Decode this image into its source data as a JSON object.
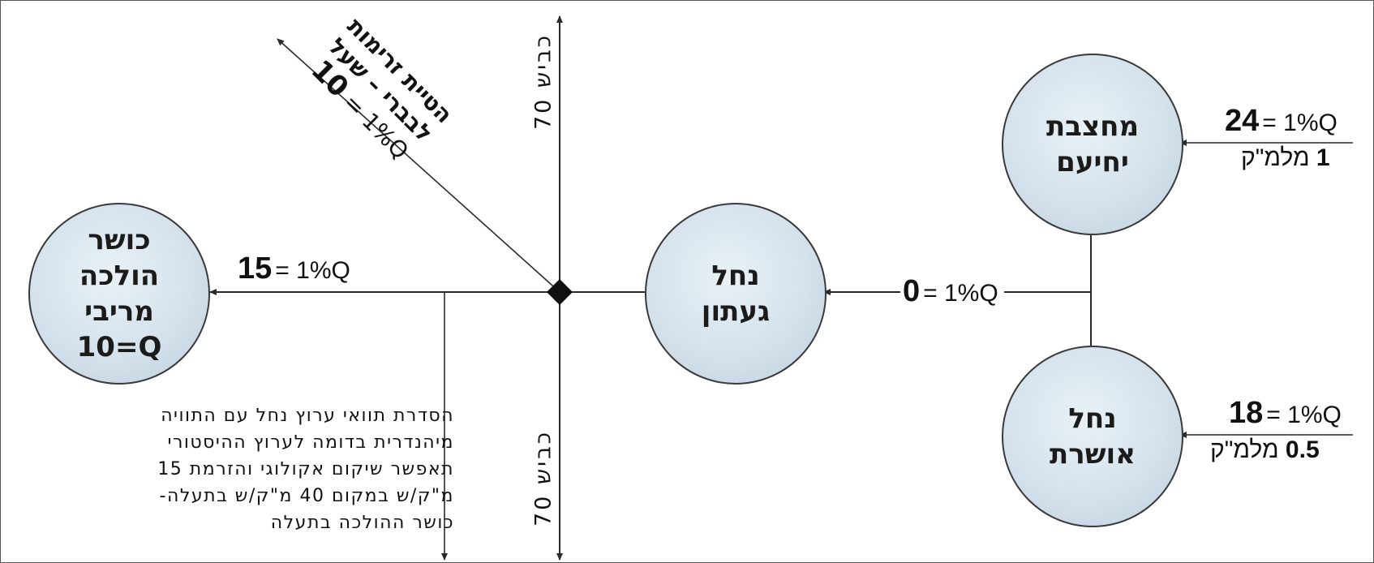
{
  "nodes": {
    "kosher": {
      "lines": [
        "כושר",
        "הולכה",
        "מריבי",
        "10=Q"
      ]
    },
    "gaaton": {
      "lines": [
        "נחל",
        "געתון"
      ]
    },
    "yechiam": {
      "lines": [
        "מחצבת",
        "יחיעם"
      ]
    },
    "oshrat": {
      "lines": [
        "נחל",
        "אושרת"
      ]
    }
  },
  "flows": {
    "west": {
      "value": "15",
      "suffix": "= 1%Q"
    },
    "center": {
      "value": "0",
      "suffix": "= 1%Q"
    },
    "yechiam": {
      "value": "24",
      "suffix": "= 1%Q",
      "sub_value": "1",
      "sub_unit": "מלמ\"ק"
    },
    "oshrat": {
      "value": "18",
      "suffix": "= 1%Q",
      "sub_value": "0.5",
      "sub_unit": "מלמ\"ק"
    }
  },
  "diagonal": {
    "line1": "הטיית זרימות",
    "line2": "לבברי – שעל",
    "value": "10",
    "suffix": "= 1%Q"
  },
  "roads": {
    "north": "כביש 70",
    "south": "כביש 70"
  },
  "description": {
    "lines": [
      "הסדרת תוואי ערוץ נחל עם התוויה",
      "מיהנדרית בדומה לערוץ ההיסטורי",
      "תאפשר שיקום אקולוגי והזרמת 15",
      "מ\"ק/ש במקום 40 מ\"ק/ש בתעלה-",
      "כושר ההולכה בתעלה"
    ]
  },
  "colors": {
    "line": "#2a2a2a",
    "node_fill": "#d4e2ec",
    "node_border": "#3a3a3a"
  }
}
